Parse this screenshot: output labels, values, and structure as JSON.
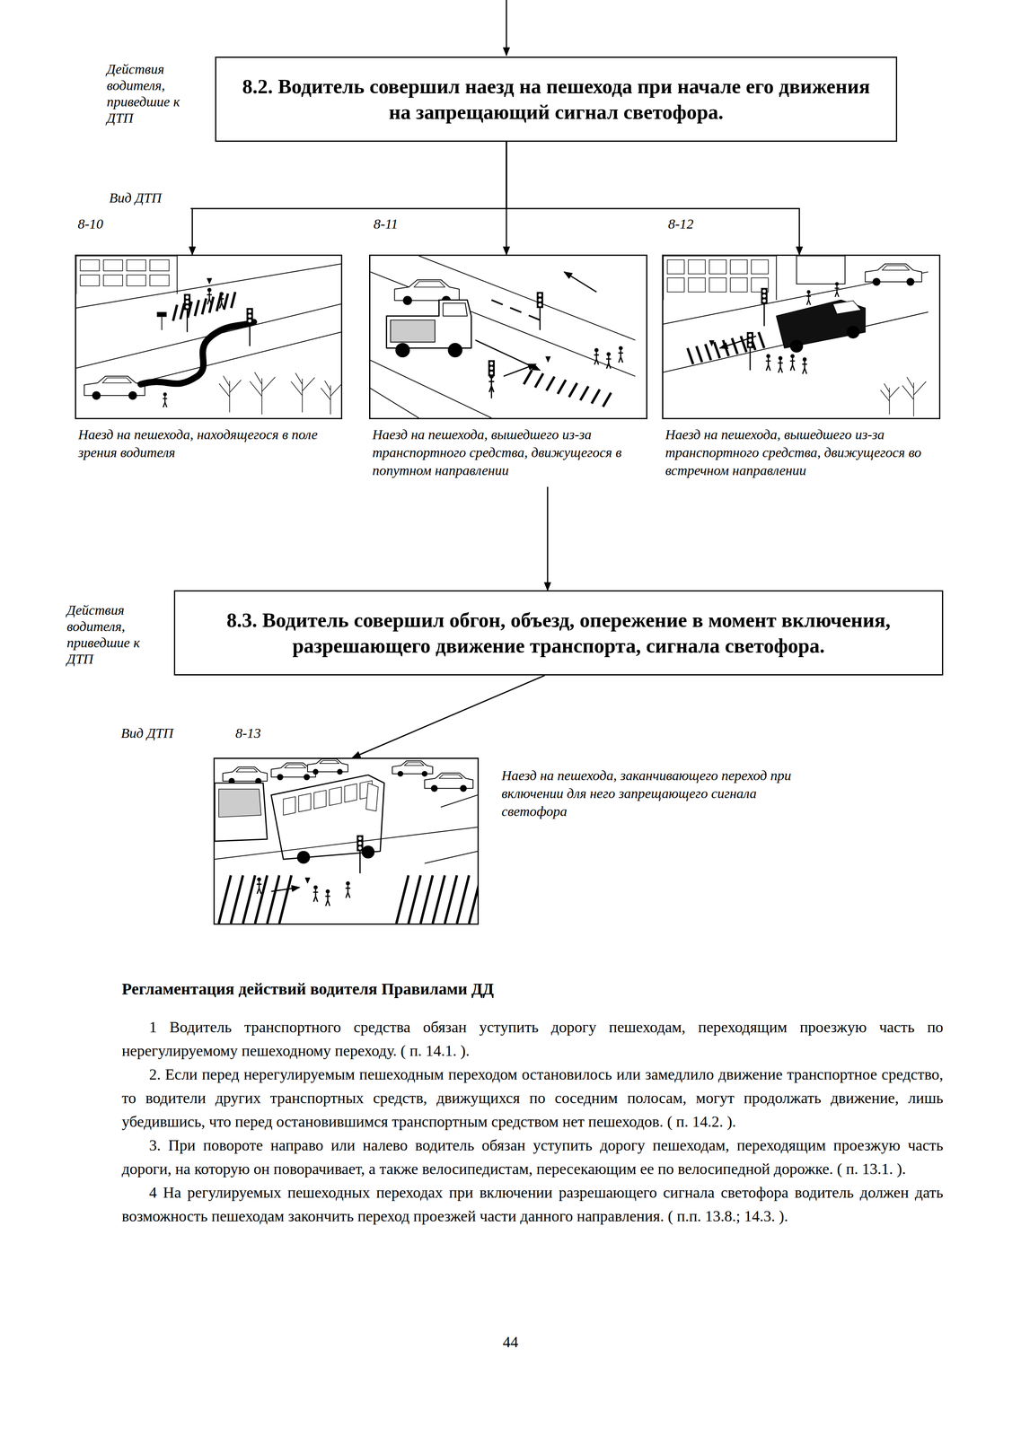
{
  "diagram": {
    "nodes": [
      {
        "text": [
          "8.2. Водитель совершил наезд на пешехода при начале его движения на запрещающий сигнал светофора."
        ]
      },
      {
        "text": [
          "Наезд на пешехода, находящегося в поле зрения водителя"
        ]
      },
      {
        "text": [
          "Наезд на пешехода, вышедшего из-за транспортного средства, движущегося в попутном направлении"
        ]
      },
      {
        "text": [
          "Наезд на пешехода, вышедшего из-за транспортного средства, движущегося во встречном направлении"
        ]
      },
      {
        "text": [
          "8.3. Водитель совершил обгон, объезд, опережение в момент включения, разрешающего движение транспорта, сигнала светофора."
        ]
      },
      {
        "text": [
          "Наезд на пешехода, заканчивающего переход при включении для него запрещающего сигнала светофора"
        ]
      }
    ],
    "edges": [
      {
        "from": 0,
        "to": 1,
        "arrow": "to"
      },
      {
        "from": 0,
        "to": 2,
        "arrow": "to"
      },
      {
        "from": 0,
        "to": 3,
        "arrow": "to"
      },
      {
        "from": 2,
        "to": 4,
        "arrow": "to"
      },
      {
        "from": 4,
        "to": 5,
        "arrow": "to"
      }
    ],
    "labels": [
      "Действия водителя, приведшие к ДТП",
      "Вид ДТП",
      "8-10",
      "8-11",
      "8-12",
      "Действия водителя, приведшие к ДТП",
      "Вид ДТП",
      "8-13",
      "Регламентация действий водителя Правилами ДД",
      "1 Водитель транспортного средства обязан уступить дорогу пешеходам, переходящим проезжую часть по нерегулируемому пешеходному переходу. ( п. 14.1. ).",
      "2. Если перед нерегулируемым пешеходным переходом остановилось или замедлило движение транспортное средство, то водители других транспортных средств, движущихся по соседним полосам, могут продолжать движение, лишь убедившись, что перед остановившимся транспортным средством нет пешеходов. ( п. 14.2. ).",
      "3. При повороте направо или налево водитель обязан уступить дорогу пешеходам, переходящим проезжую часть дороги, на которую он поворачивает, а также велосипедистам, пересекающим ее по велосипедной дорожке. ( п. 13.1. ).",
      "4 На регулируемых пешеходных переходах при включении разрешающего сигнала светофора водитель должен дать возможность пешеходам закончить переход проезжей части данного направления. ( п.п. 13.8.; 14.3. ).",
      "44"
    ]
  }
}
